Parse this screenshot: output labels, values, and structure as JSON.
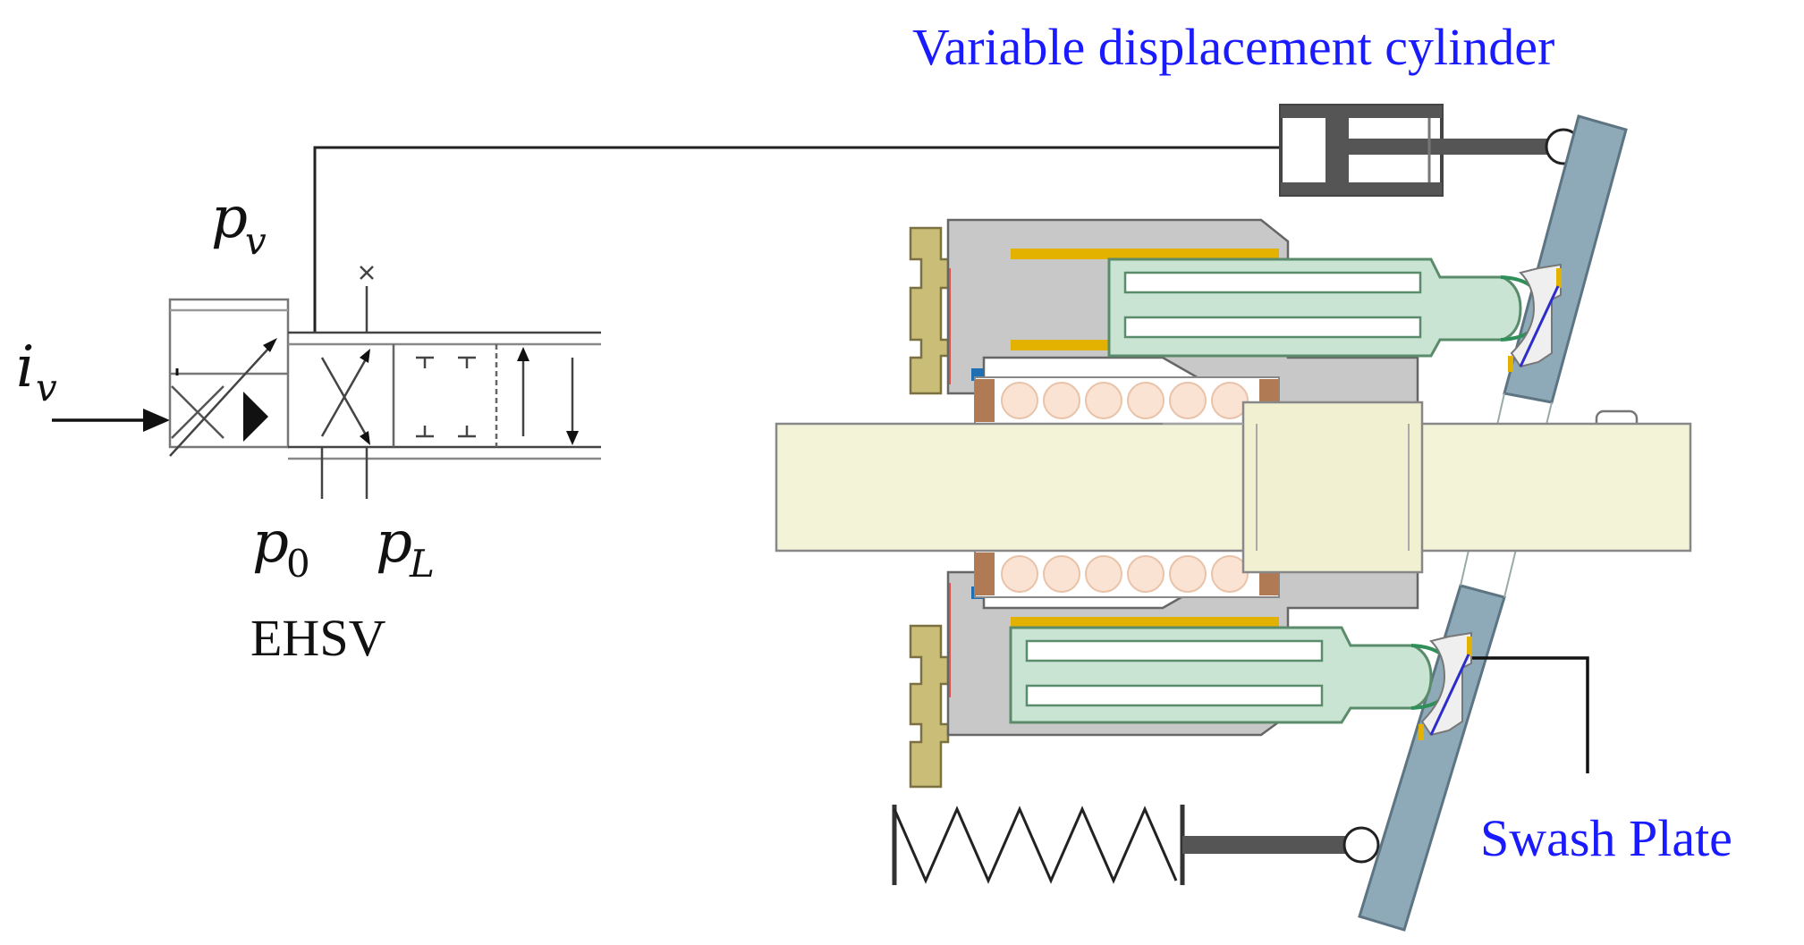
{
  "labels": {
    "cylinder": "Variable displacement cylinder",
    "swash_plate": "Swash Plate",
    "valve": "EHSV"
  },
  "symbols": {
    "iv": {
      "main": "i",
      "sub": "v"
    },
    "pv": {
      "main": "p",
      "sub": "v"
    },
    "p0": {
      "main": "p",
      "sub": "0"
    },
    "pL": {
      "main": "p",
      "sub": "L"
    }
  },
  "colors": {
    "label_blue": "#1a1aff",
    "swash_plate": "#8ea9b8",
    "shaft": "#f3f3d8",
    "housing": "#c8c8c8",
    "piston": "#c9e4d2",
    "bearing_roller": "#fbe3d3",
    "bearing_race": "#b07a55",
    "bushing": "#e3b100",
    "valve_plate": "#c9bd78",
    "cylinder_rod": "#555555"
  }
}
